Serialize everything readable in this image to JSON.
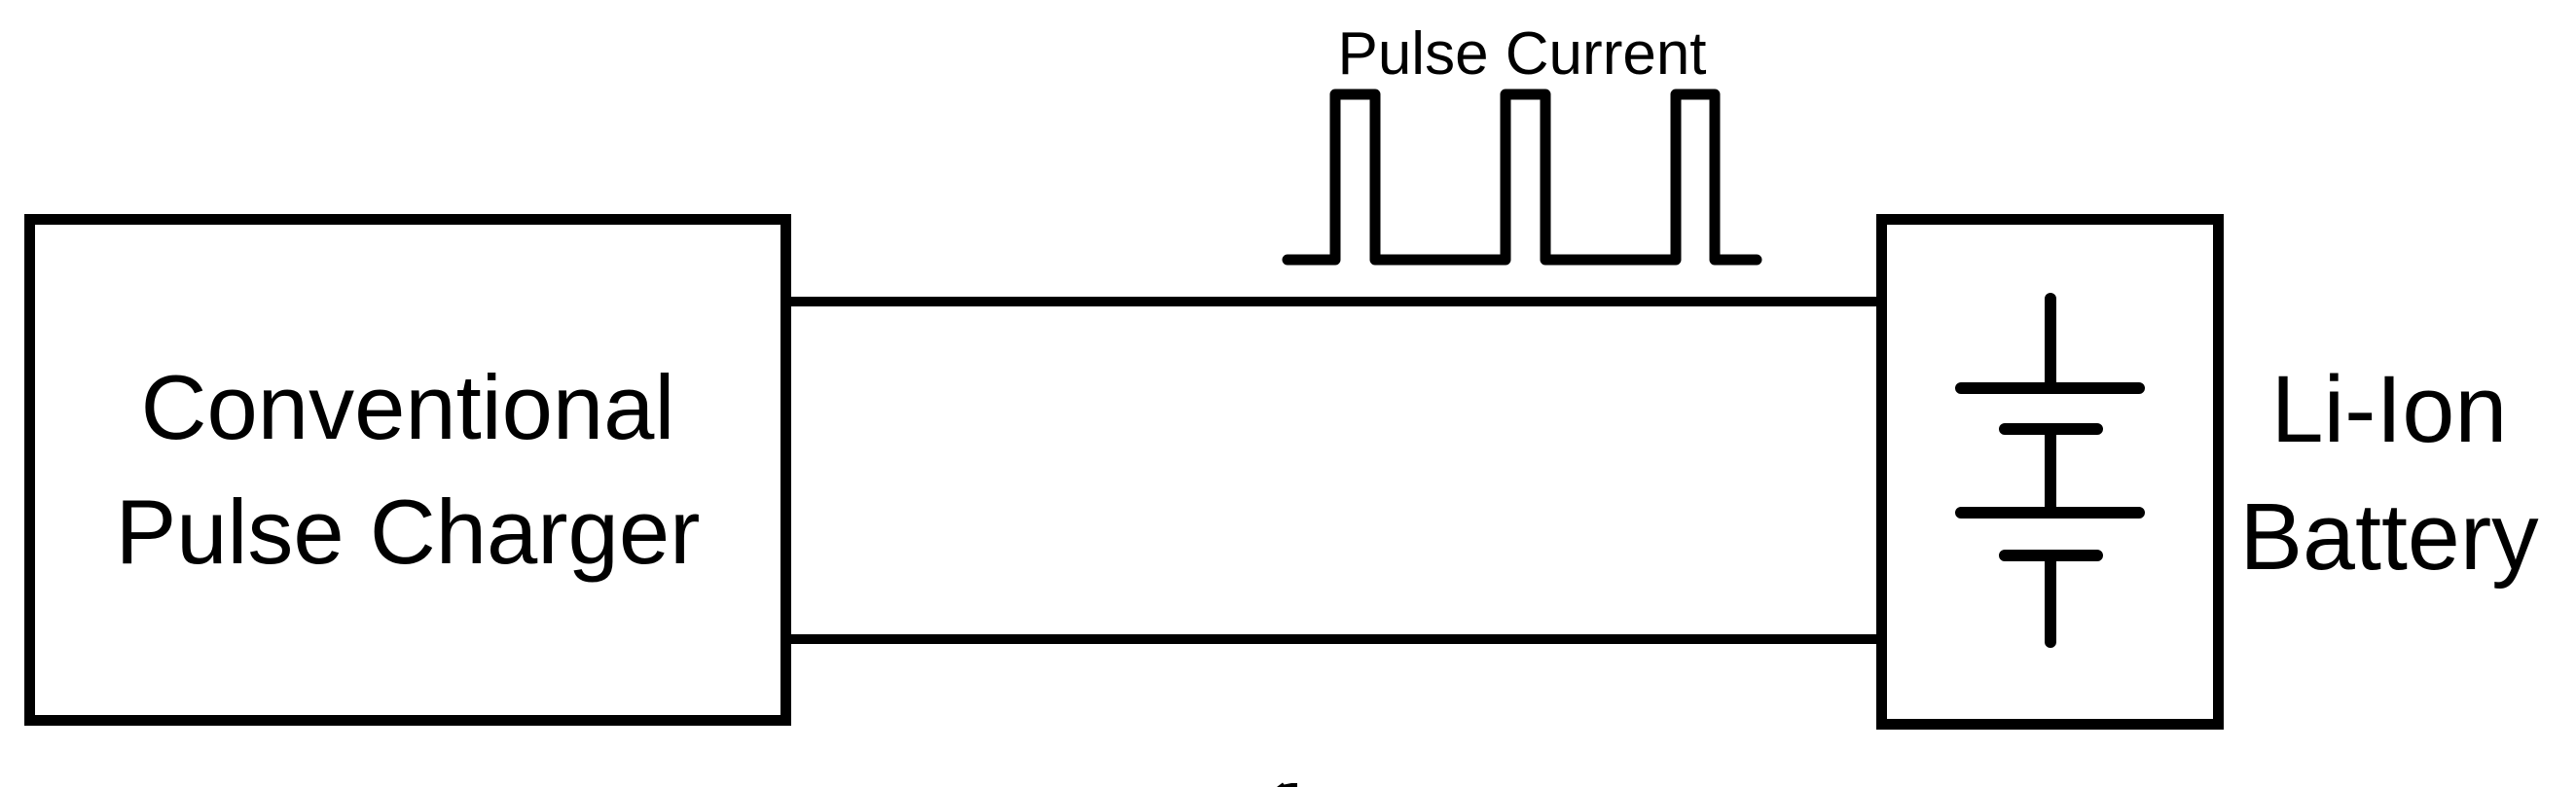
{
  "canvas": {
    "background_color": "#ffffff",
    "ink_color": "#000000"
  },
  "charger": {
    "label_line1": "Conventional",
    "label_line2": "Pulse Charger"
  },
  "pulse": {
    "label": "Pulse Current",
    "pulse_count": 3,
    "waveform_type": "square-pulse-train"
  },
  "battery": {
    "label_line1": "Li-Ion",
    "label_line2": "Battery",
    "cell_count": 2
  }
}
